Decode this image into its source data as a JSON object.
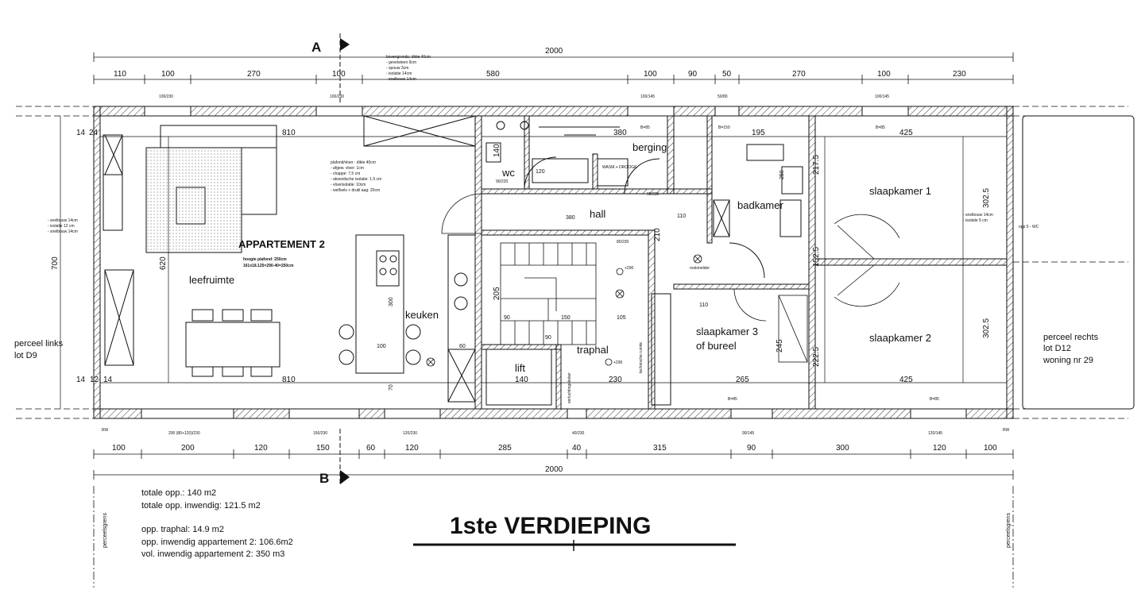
{
  "section_markers": {
    "top": "A",
    "bottom": "B"
  },
  "overall_dim_top": "2000",
  "overall_dim_bottom": "2000",
  "dims_top": [
    "110",
    "100",
    "270",
    "100",
    "580",
    "100",
    "90",
    "50",
    "270",
    "100",
    "230"
  ],
  "dims_bottom": [
    "100",
    "200",
    "120",
    "150",
    "60",
    "120",
    "285",
    "40",
    "315",
    "90",
    "300",
    "120",
    "100"
  ],
  "window_labels_top": [
    "100/230",
    "100/230",
    "100/145",
    "50/80",
    "100/145"
  ],
  "window_labels_bottom": [
    "200 (80+120)/230",
    "150/230",
    "120/230",
    "40/230",
    "90/145",
    "120/145"
  ],
  "rooms": {
    "apartment": "APPARTEMENT 2",
    "apartment_note_1": "hoogte plafond: 250cm",
    "apartment_note_2": "161x18.125=290-40=250cm",
    "living": "leefruimte",
    "kitchen": "keuken",
    "wc": "wc",
    "storage": "berging",
    "hall": "hall",
    "bathroom": "badkamer",
    "bedroom1": "slaapkamer 1",
    "bedroom2": "slaapkamer 2",
    "bedroom3_line1": "slaapkamer 3",
    "bedroom3_line2": "of bureel",
    "stairhall": "traphal",
    "lift": "lift"
  },
  "wall_spec_top": [
    "bovengronds: dikte 40cm",
    "- gevelsteen 9cm",
    "- spouw 3cm",
    "- isolatie 14cm",
    "- snelbouw 14cm"
  ],
  "floor_spec": [
    "plafond/vloer : dikte 40cm",
    "- afgew. vloer: 1cm",
    "- chappe: 7.5 cm",
    "- akoestische isolatie: 1.5 cm",
    "- vloerisolatie: 10cm",
    "- welfsels + drukl aag: 20cm"
  ],
  "wall_spec_left": [
    "- snelbouw 14cm",
    "- isolatie 12 cm",
    "- snelbouw 14cm"
  ],
  "wall_spec_right": [
    "- snelbouw 14cm",
    "- isolatie 5 cm"
  ],
  "inner_dims": {
    "living_width_top": "810",
    "living_width_bottom": "810",
    "left_height": "700",
    "living_depth": "620",
    "left_wall_a": "14",
    "left_wall_b": "24",
    "left_wall_c": "14",
    "left_wall_d": "12",
    "left_wall_e": "14",
    "storage_w": "380",
    "hall_w": "380",
    "bath_w": "195",
    "bath_h": "250",
    "b1_w": "425",
    "b1_h1": "217.5",
    "b1_h2": "302.5",
    "b1_h3": "152.5",
    "b2_h": "302.5",
    "b2_h2": "222.5",
    "b2_w": "425",
    "b3_w_top": "110",
    "b3_w_bottom": "265",
    "b3_h": "245",
    "stair_a": "205",
    "stair_b": "90",
    "stair_c": "150",
    "stair_d": "105",
    "stair_e": "90",
    "lift_w": "140",
    "stairhall_w": "230",
    "kitchen_a": "100",
    "kitchen_b": "300",
    "kitchen_c": "60",
    "kitchen_d": "70",
    "wc_w": "120",
    "wc_h": "140",
    "hall_h": "110",
    "hall_v": "210",
    "d_90_230": "90/230",
    "d_80_230": "80/230",
    "d_90_220": "90/220"
  },
  "misc": {
    "wasm": "WASM.+ DROOGK.",
    "rookmelder": "rookmelder",
    "b85": "B=85",
    "b150": "B=150",
    "opp_wc": "opp 5 - WC",
    "rw": "RW",
    "plus290": "+290",
    "techniek": "technische ruimte",
    "koker": "verluchtingskoker"
  },
  "side_left": [
    "perceel links",
    "lot D9"
  ],
  "side_right": [
    "perceel rechts",
    "lot D12",
    "woning nr 29"
  ],
  "grens": "perceelsgrens",
  "summary": [
    "totale opp.: 140 m2",
    "totale opp. inwendig: 121.5 m2",
    "opp. traphal: 14.9 m2",
    "opp. inwendig appartement 2: 106.6m2",
    "vol. inwendig appartement 2: 350 m3"
  ],
  "plan_title": "1ste VERDIEPING"
}
